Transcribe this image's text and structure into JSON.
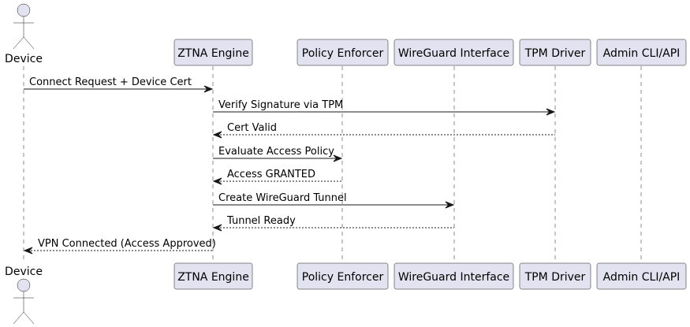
{
  "actor": {
    "label_top": "Device",
    "label_bottom": "Device"
  },
  "participants": [
    {
      "id": "ztna",
      "label": "ZTNA Engine"
    },
    {
      "id": "policy",
      "label": "Policy Enforcer"
    },
    {
      "id": "wg",
      "label": "WireGuard Interface"
    },
    {
      "id": "tpm",
      "label": "TPM Driver"
    },
    {
      "id": "admin",
      "label": "Admin CLI/API"
    }
  ],
  "messages": [
    {
      "from": "device",
      "to": "ztna",
      "label": "Connect Request + Device Cert",
      "style": "solid"
    },
    {
      "from": "ztna",
      "to": "tpm",
      "label": "Verify Signature via TPM",
      "style": "solid"
    },
    {
      "from": "tpm",
      "to": "ztna",
      "label": "Cert Valid",
      "style": "dashed"
    },
    {
      "from": "ztna",
      "to": "policy",
      "label": "Evaluate Access Policy",
      "style": "solid"
    },
    {
      "from": "policy",
      "to": "ztna",
      "label": "Access GRANTED",
      "style": "dashed"
    },
    {
      "from": "ztna",
      "to": "wg",
      "label": "Create WireGuard Tunnel",
      "style": "solid"
    },
    {
      "from": "wg",
      "to": "ztna",
      "label": "Tunnel Ready",
      "style": "dashed"
    },
    {
      "from": "ztna",
      "to": "device",
      "label": "VPN Connected (Access Approved)",
      "style": "dashed"
    }
  ]
}
